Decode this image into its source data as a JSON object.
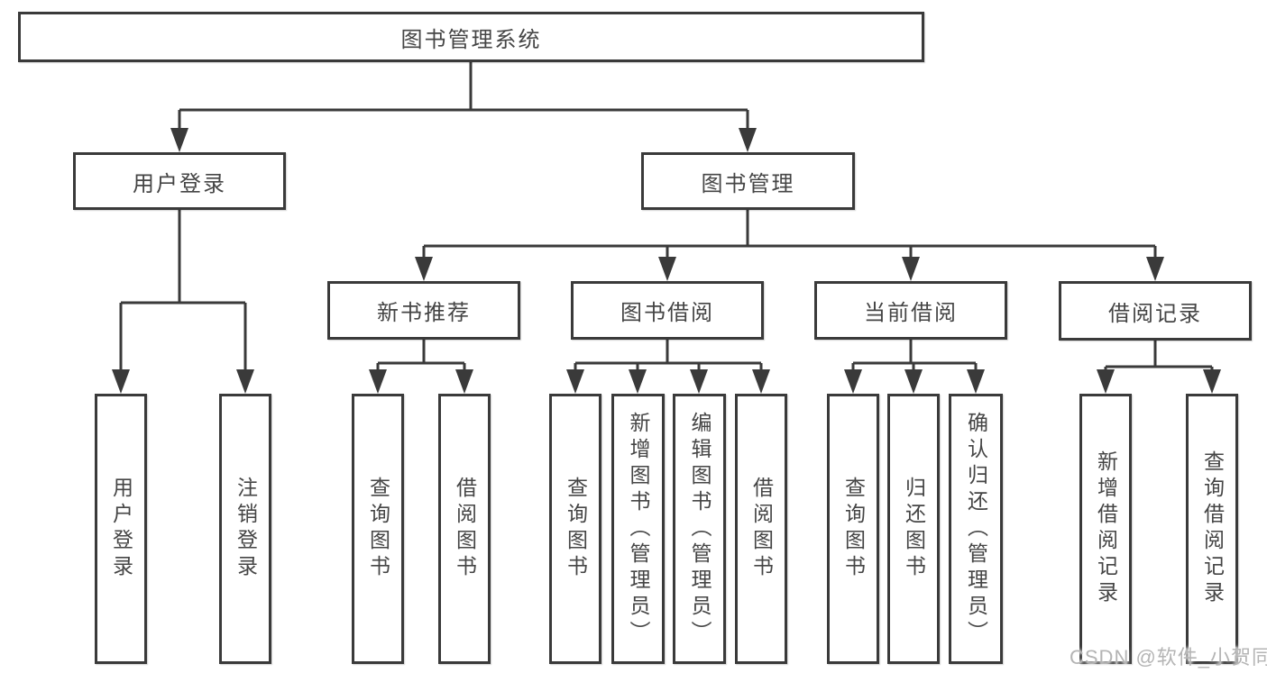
{
  "tree": {
    "root": {
      "label": "图书管理系统",
      "children": [
        {
          "label": "用户登录",
          "children": [
            {
              "label": "用户登录"
            },
            {
              "label": "注销登录"
            }
          ]
        },
        {
          "label": "图书管理",
          "children": [
            {
              "label": "新书推荐",
              "children": [
                {
                  "label": "查询图书"
                },
                {
                  "label": "借阅图书"
                }
              ]
            },
            {
              "label": "图书借阅",
              "children": [
                {
                  "label": "查询图书"
                },
                {
                  "label": "新增图书（管理员）"
                },
                {
                  "label": "编辑图书（管理员）"
                },
                {
                  "label": "借阅图书"
                }
              ]
            },
            {
              "label": "当前借阅",
              "children": [
                {
                  "label": "查询图书"
                },
                {
                  "label": "归还图书"
                },
                {
                  "label": "确认归还（管理员）"
                }
              ]
            },
            {
              "label": "借阅记录",
              "children": [
                {
                  "label": "新增借阅记录"
                },
                {
                  "label": "查询借阅记录"
                }
              ]
            }
          ]
        }
      ]
    }
  },
  "watermark": {
    "text": "CSDN @软件_小贺同学"
  },
  "colors": {
    "line": "#3a3a3a",
    "node_border": "#3a3a3a",
    "node_text": "#454545",
    "background": "#ffffff",
    "watermark_text": "#b4b4b4"
  }
}
